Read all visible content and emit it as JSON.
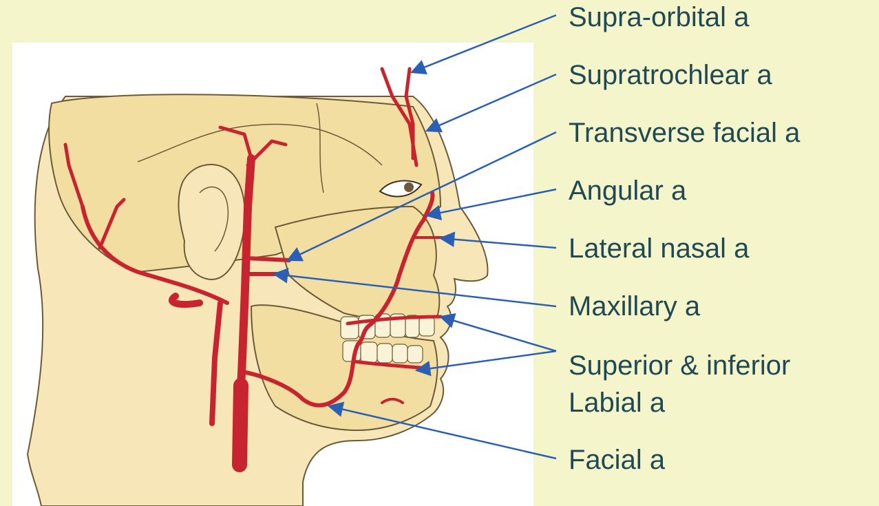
{
  "colors": {
    "slide_background": "#f5f5cc",
    "illustration_panel": "#ffffff",
    "label_text": "#1f4a55",
    "leader_arrow": "#2a5fb5",
    "artery": "#c8242f",
    "bone": "#f2dea0",
    "skin": "#f7e6b8"
  },
  "illustration": {
    "subject": "lateral view of head with skull and arteries of the face"
  },
  "labels": [
    {
      "id": "supra-orbital",
      "text": "Supra-orbital a"
    },
    {
      "id": "supratrochlear",
      "text": "Supratrochlear a"
    },
    {
      "id": "transverse-facial",
      "text": "Transverse facial a"
    },
    {
      "id": "angular",
      "text": "Angular a"
    },
    {
      "id": "lateral-nasal",
      "text": "Lateral nasal a"
    },
    {
      "id": "maxillary",
      "text": "Maxillary a"
    },
    {
      "id": "labial-line1",
      "text": "Superior & inferior"
    },
    {
      "id": "labial-line2",
      "text": "Labial a"
    },
    {
      "id": "facial",
      "text": "Facial a"
    }
  ]
}
